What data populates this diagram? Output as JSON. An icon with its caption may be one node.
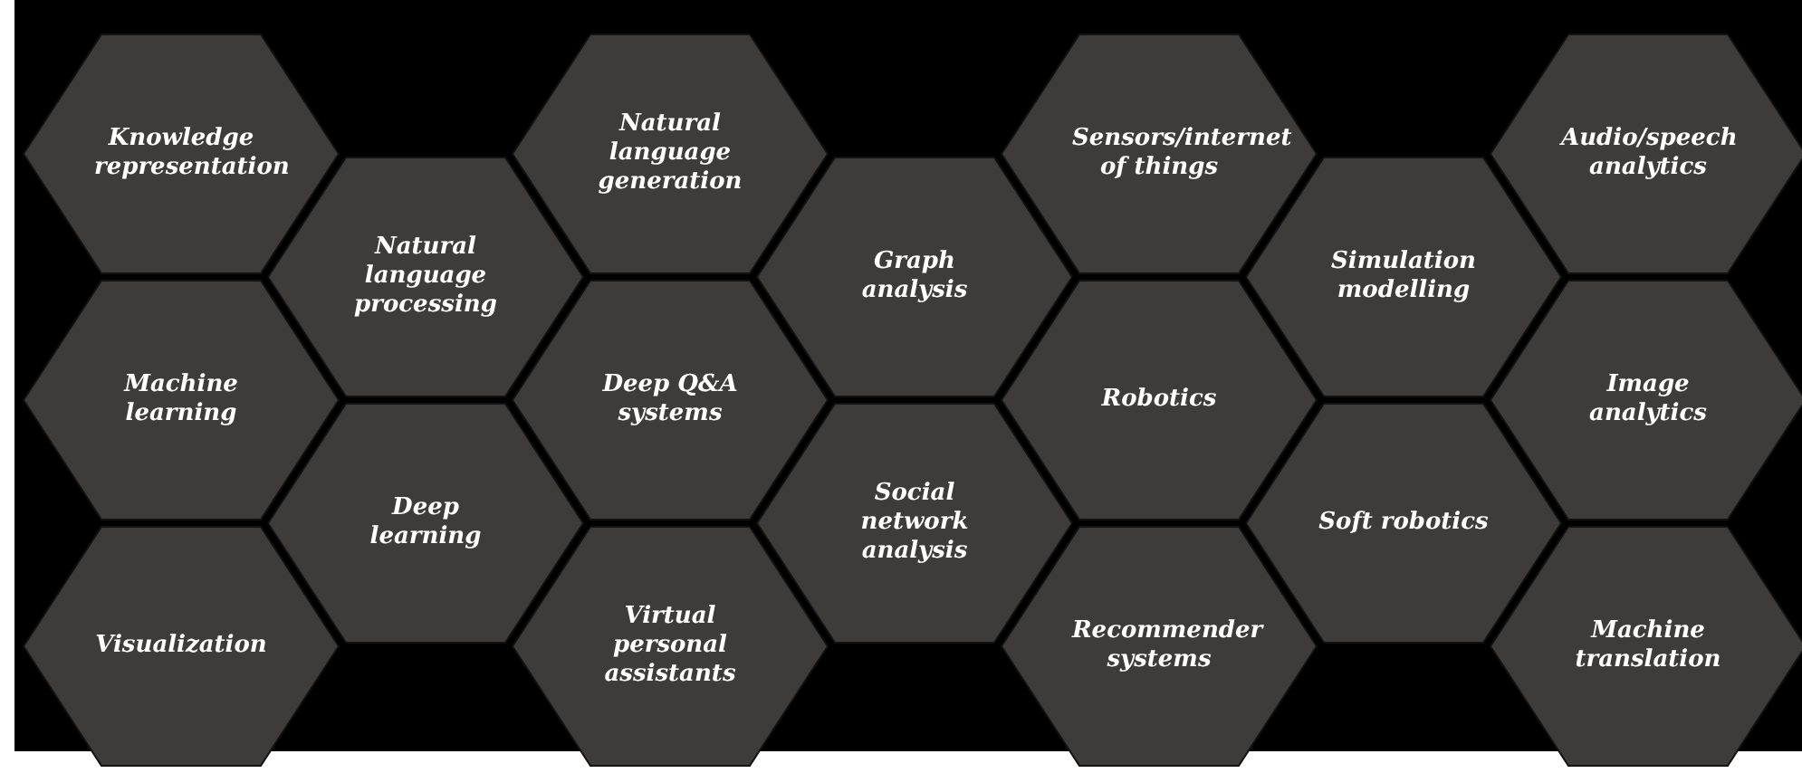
{
  "diagram": {
    "nodes": [
      {
        "text": [
          "Knowledge representation"
        ]
      },
      {
        "text": [
          "Machine learning"
        ]
      },
      {
        "text": [
          "Visualization"
        ]
      },
      {
        "text": [
          "Natural language processing"
        ]
      },
      {
        "text": [
          "Deep learning"
        ]
      },
      {
        "text": [
          "Natural language generation"
        ]
      },
      {
        "text": [
          "Deep Q&A systems"
        ]
      },
      {
        "text": [
          "Virtual personal assistants"
        ]
      },
      {
        "text": [
          "Graph analysis"
        ]
      },
      {
        "text": [
          "Social network analysis"
        ]
      },
      {
        "text": [
          "Sensors/internet of things"
        ]
      },
      {
        "text": [
          "Robotics"
        ]
      },
      {
        "text": [
          "Recommender systems"
        ]
      },
      {
        "text": [
          "Simulation modelling"
        ]
      },
      {
        "text": [
          "Soft robotics"
        ]
      },
      {
        "text": [
          "Audio/speech analytics"
        ]
      },
      {
        "text": [
          "Image analytics"
        ]
      },
      {
        "text": [
          "Machine translation"
        ]
      }
    ]
  }
}
